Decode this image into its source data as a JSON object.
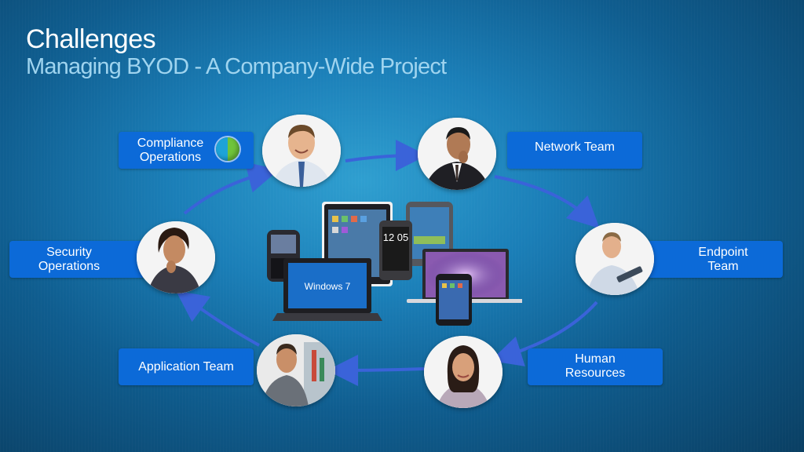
{
  "slide": {
    "title": "Challenges",
    "subtitle": "Managing BYOD - A Company-Wide Project"
  },
  "teams": {
    "compliance": "Compliance\nOperations",
    "network": "Network Team",
    "endpoint": "Endpoint\nTeam",
    "hr": "Human\nResources",
    "application": "Application Team",
    "security": "Security\nOperations"
  },
  "devices": {
    "laptop_brand": "Windows 7",
    "phone_clock": "12 05"
  },
  "colors": {
    "label_bg": "#0c6ad8",
    "arrow": "#3a63d9",
    "subtitle": "#9fd4ef"
  }
}
